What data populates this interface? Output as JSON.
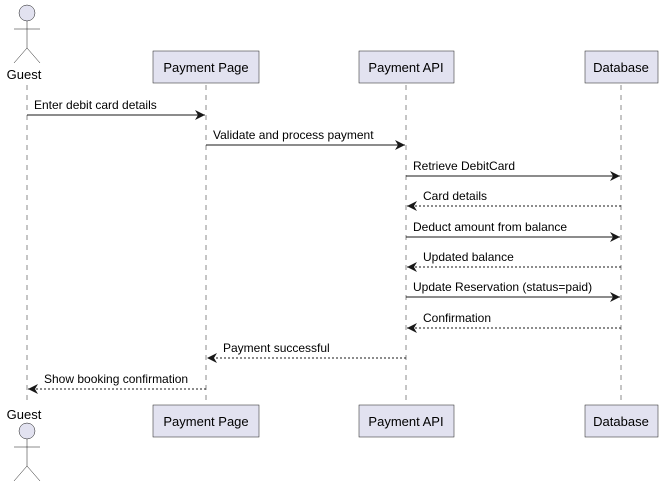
{
  "participants": {
    "guest": "Guest",
    "payment_page": "Payment Page",
    "payment_api": "Payment API",
    "database": "Database"
  },
  "messages": [
    {
      "from": "guest",
      "to": "payment_page",
      "text": "Enter debit card details",
      "style": "sync"
    },
    {
      "from": "payment_page",
      "to": "payment_api",
      "text": "Validate and process payment",
      "style": "sync"
    },
    {
      "from": "payment_api",
      "to": "database",
      "text": "Retrieve DebitCard",
      "style": "sync"
    },
    {
      "from": "database",
      "to": "payment_api",
      "text": "Card details",
      "style": "reply"
    },
    {
      "from": "payment_api",
      "to": "database",
      "text": "Deduct amount from balance",
      "style": "sync"
    },
    {
      "from": "database",
      "to": "payment_api",
      "text": "Updated balance",
      "style": "reply"
    },
    {
      "from": "payment_api",
      "to": "database",
      "text": "Update Reservation (status=paid)",
      "style": "sync"
    },
    {
      "from": "database",
      "to": "payment_api",
      "text": "Confirmation",
      "style": "reply"
    },
    {
      "from": "payment_api",
      "to": "payment_page",
      "text": "Payment successful",
      "style": "reply"
    },
    {
      "from": "payment_page",
      "to": "guest",
      "text": "Show booking confirmation",
      "style": "reply"
    }
  ],
  "colors": {
    "participant_fill": "#e2e2f0",
    "line": "#181818",
    "background": "#ffffff"
  }
}
